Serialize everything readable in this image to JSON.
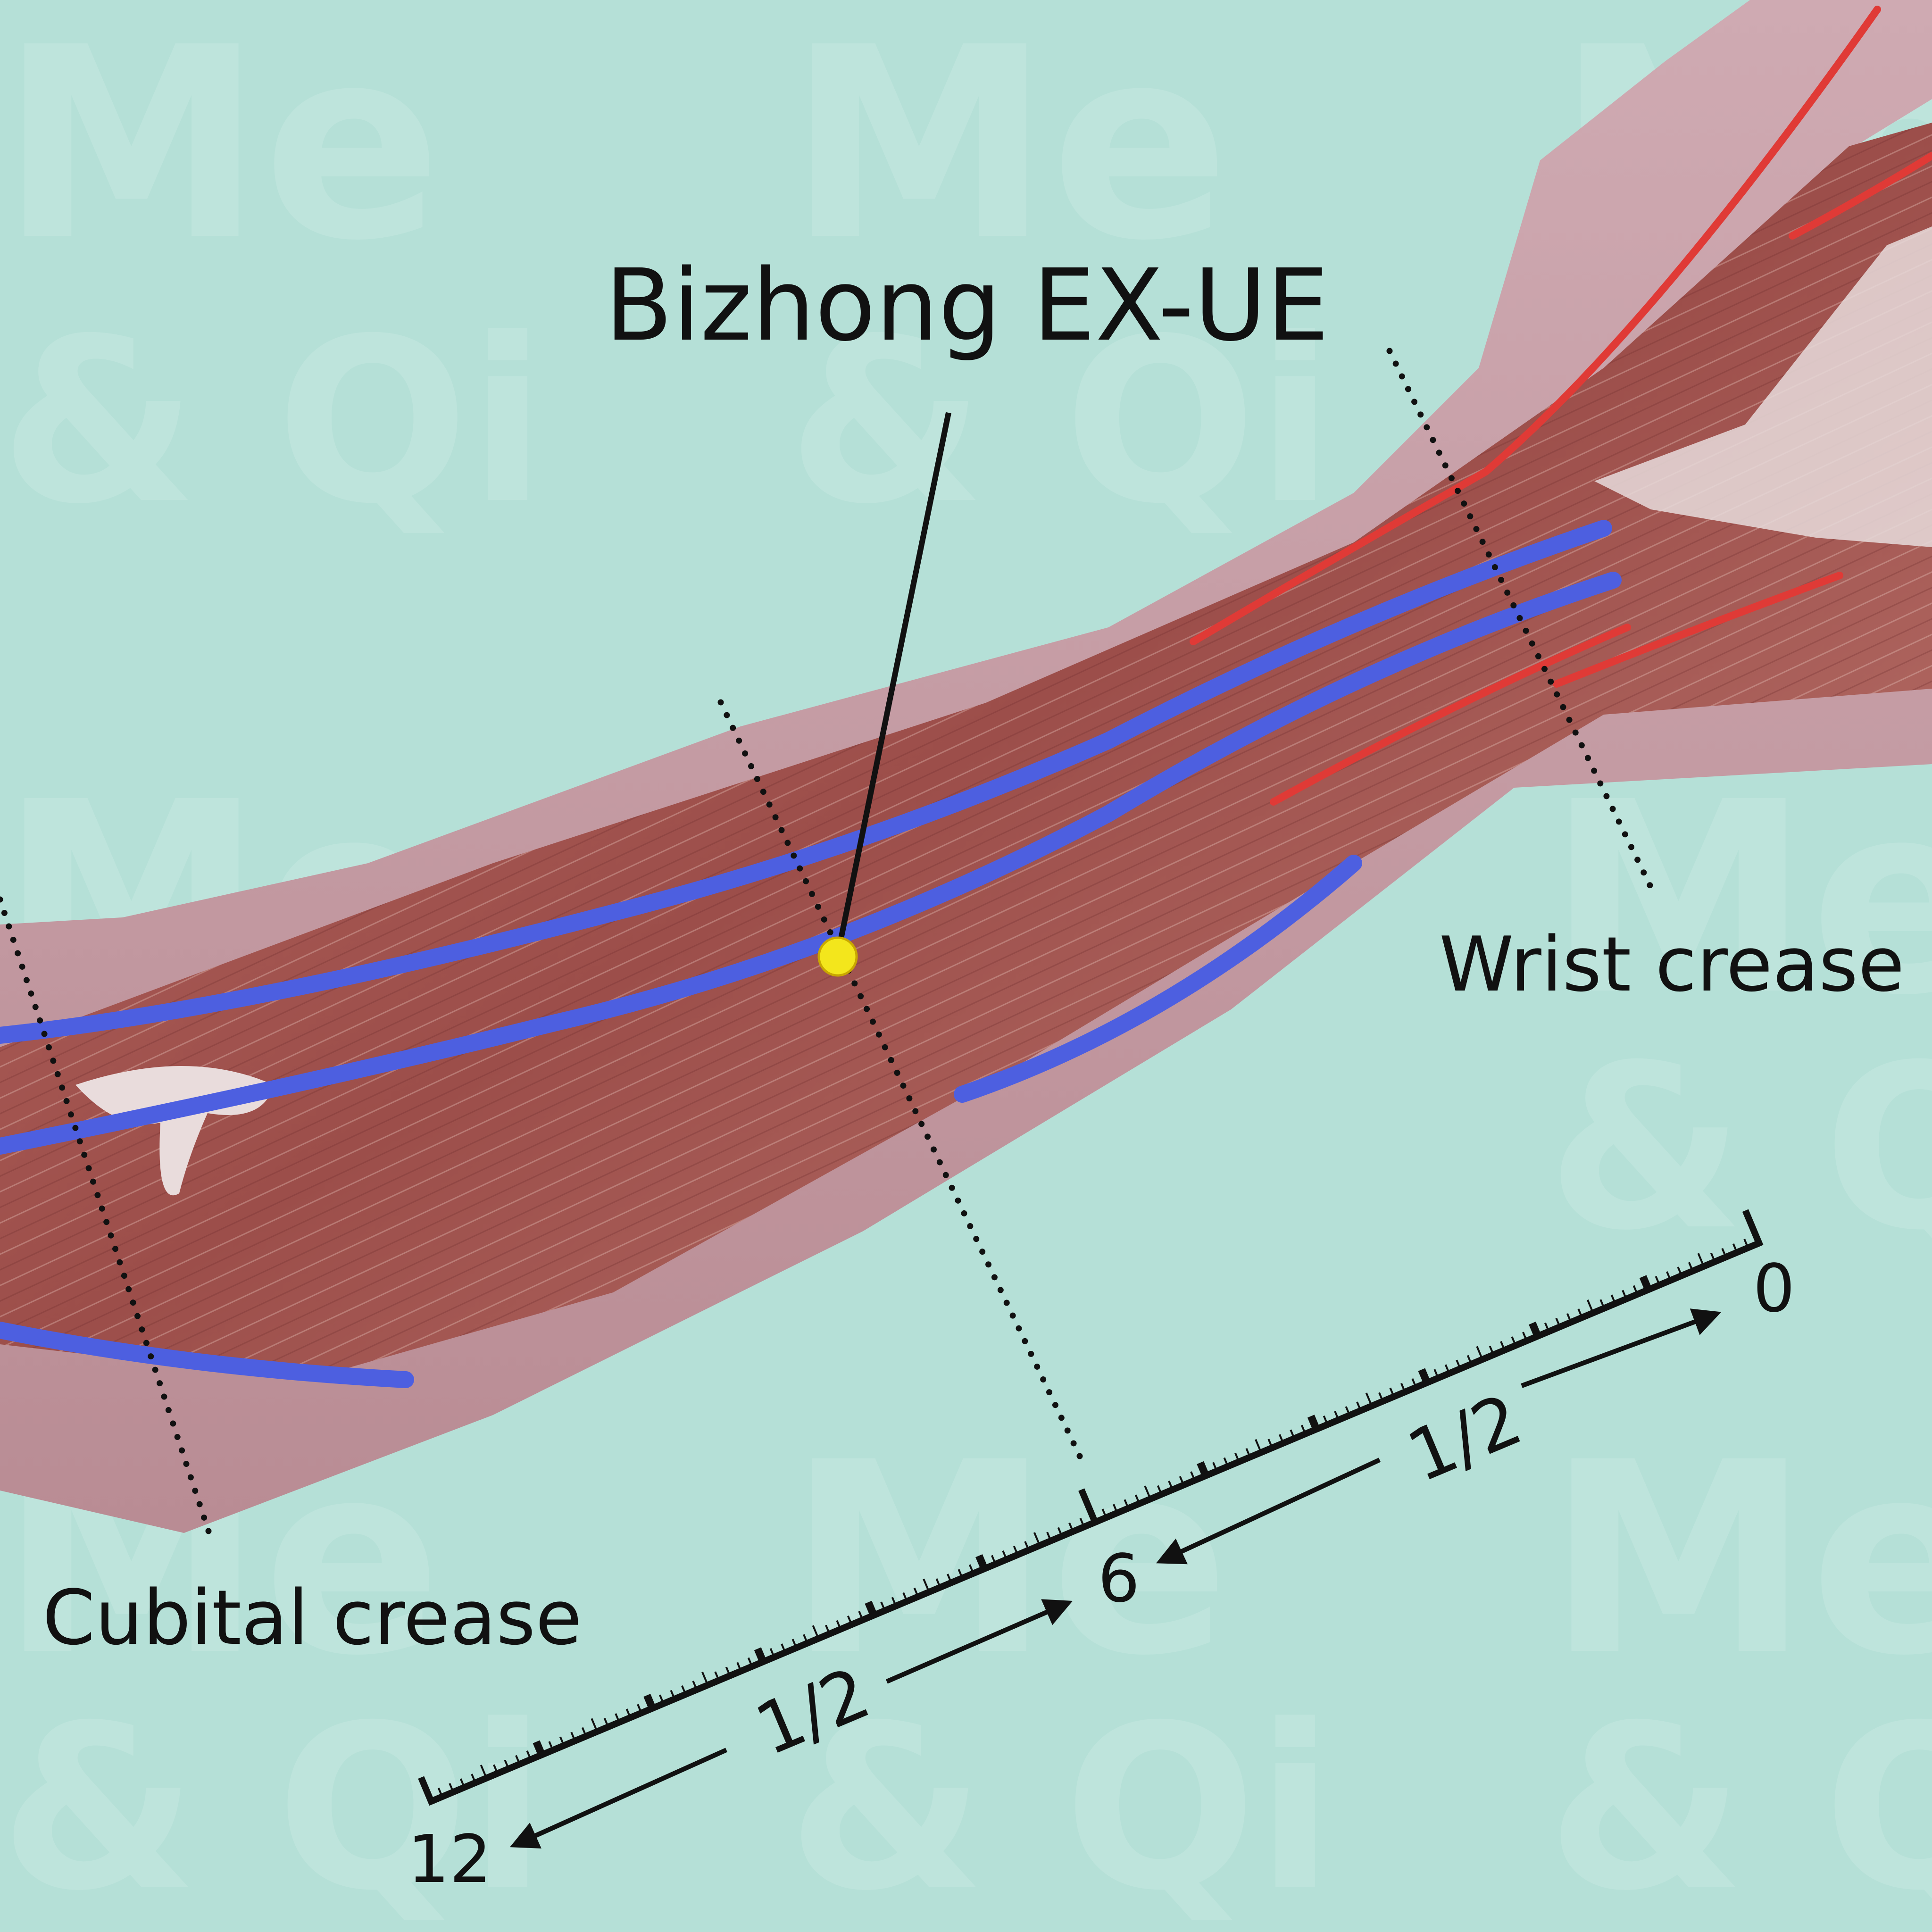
{
  "title": "Bizhong EX-UE",
  "point_name": "Bizhong EX-UE",
  "landmarks": {
    "wrist": "Wrist crease",
    "cubital": "Cubital crease"
  },
  "ruler": {
    "labels": {
      "start": "0",
      "middle": "6",
      "end": "12"
    },
    "segments": [
      "1/2",
      "1/2"
    ]
  },
  "watermark": {
    "line1": "Me",
    "line2": "& Qi"
  },
  "colors": {
    "background": "#b5e0d7",
    "skin": "#c7a3aa",
    "muscle": "#a35a55",
    "vein": "#4d5fe0",
    "artery": "#e03a36",
    "point": "#f3e61c"
  }
}
